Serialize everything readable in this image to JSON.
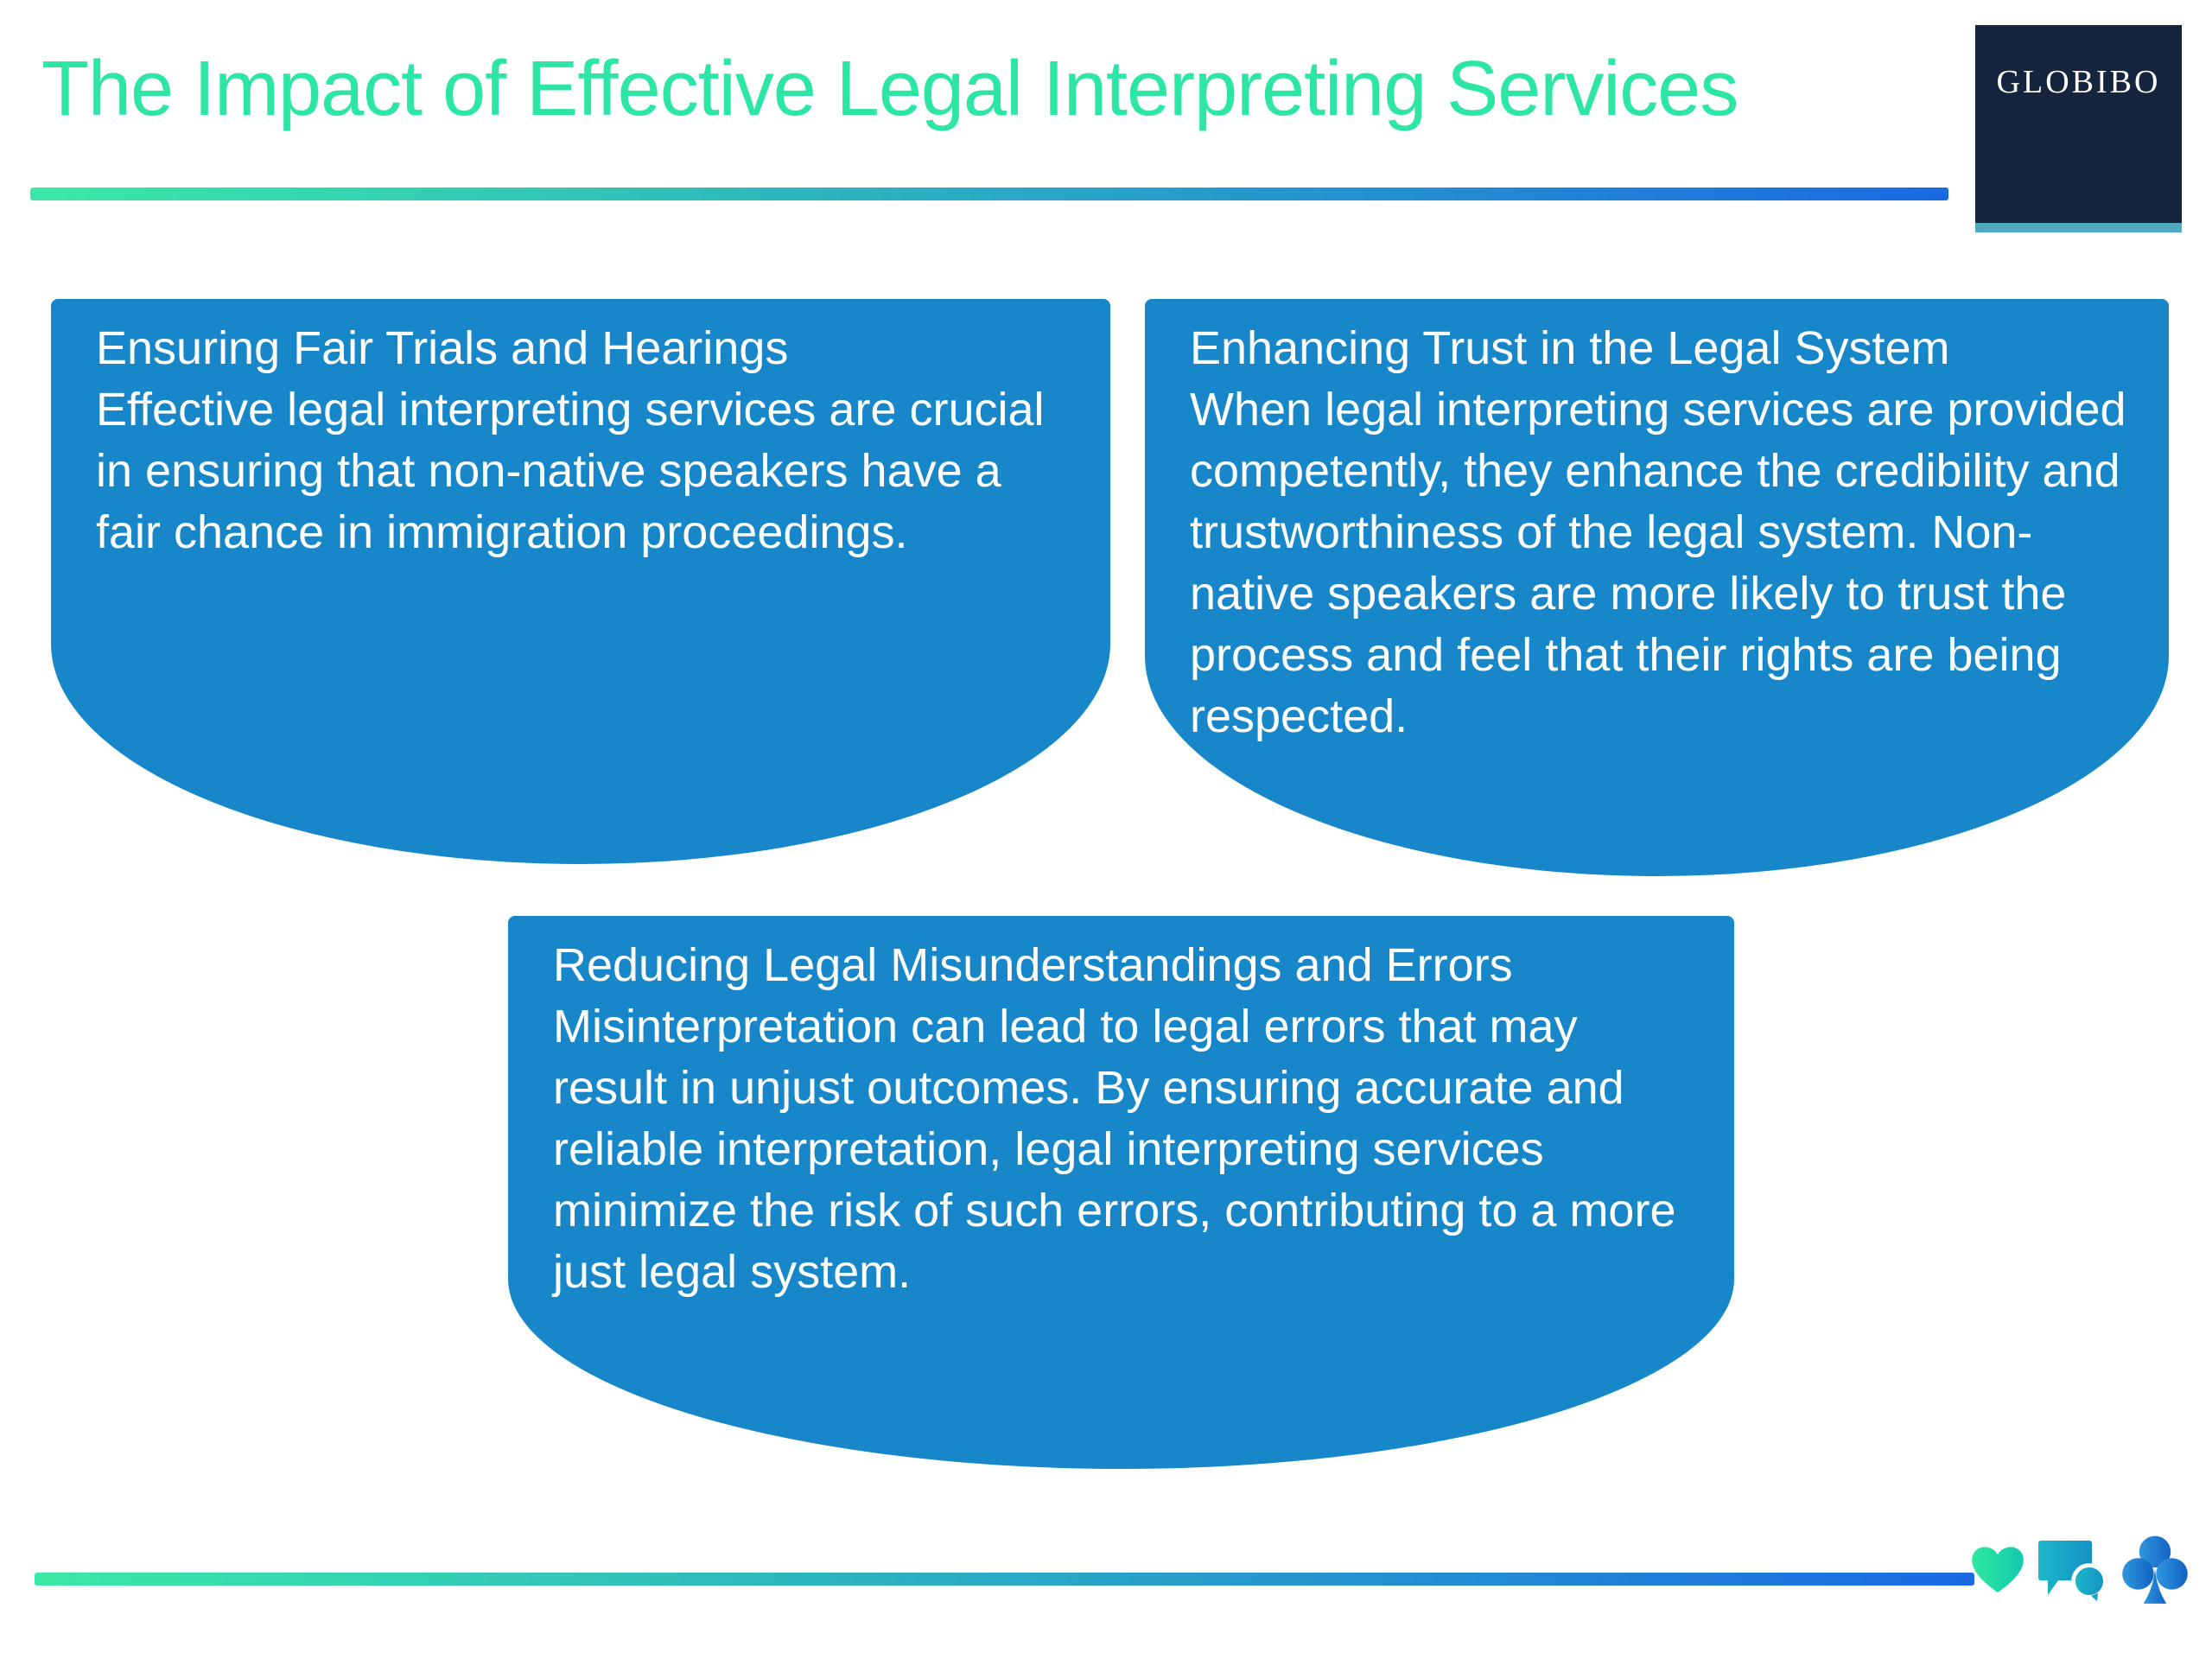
{
  "title": "The Impact of Effective Legal Interpreting Services",
  "logo": {
    "text": "GLOBIBO"
  },
  "cards": [
    {
      "heading": "Ensuring Fair Trials and Hearings",
      "body": "Effective legal interpreting services are crucial in ensuring that non-native speakers have a fair chance in immigration proceedings."
    },
    {
      "heading": "Enhancing Trust in the Legal System",
      "body": "When legal interpreting services are provided competently, they enhance the credibility and trustworthiness of the legal system. Non-native speakers are more likely to trust the process and feel that their rights are being respected."
    },
    {
      "heading": "Reducing Legal Misunderstandings and Errors",
      "body": "Misinterpretation can lead to legal errors that may result in unjust outcomes. By ensuring accurate and reliable interpretation, legal interpreting services minimize the risk of such errors, contributing to a more just legal system."
    }
  ],
  "footer_icons": [
    "heart-icon",
    "chat-bubbles-icon",
    "club-icon"
  ],
  "colors": {
    "accent-green": "#2de6a3",
    "card-blue": "#1787c9",
    "grad-start": "#3be9a6",
    "grad-end": "#1a6ae3",
    "logo-navy": "#16253e",
    "logo-stripe": "#4fa9c1",
    "icon-green-1": "#2ee8a0",
    "icon-green-2": "#14c9ae",
    "icon-teal-1": "#1cb7c9",
    "icon-teal-2": "#1691c5",
    "icon-blue-1": "#2f97dc",
    "icon-blue-2": "#1263c6"
  }
}
